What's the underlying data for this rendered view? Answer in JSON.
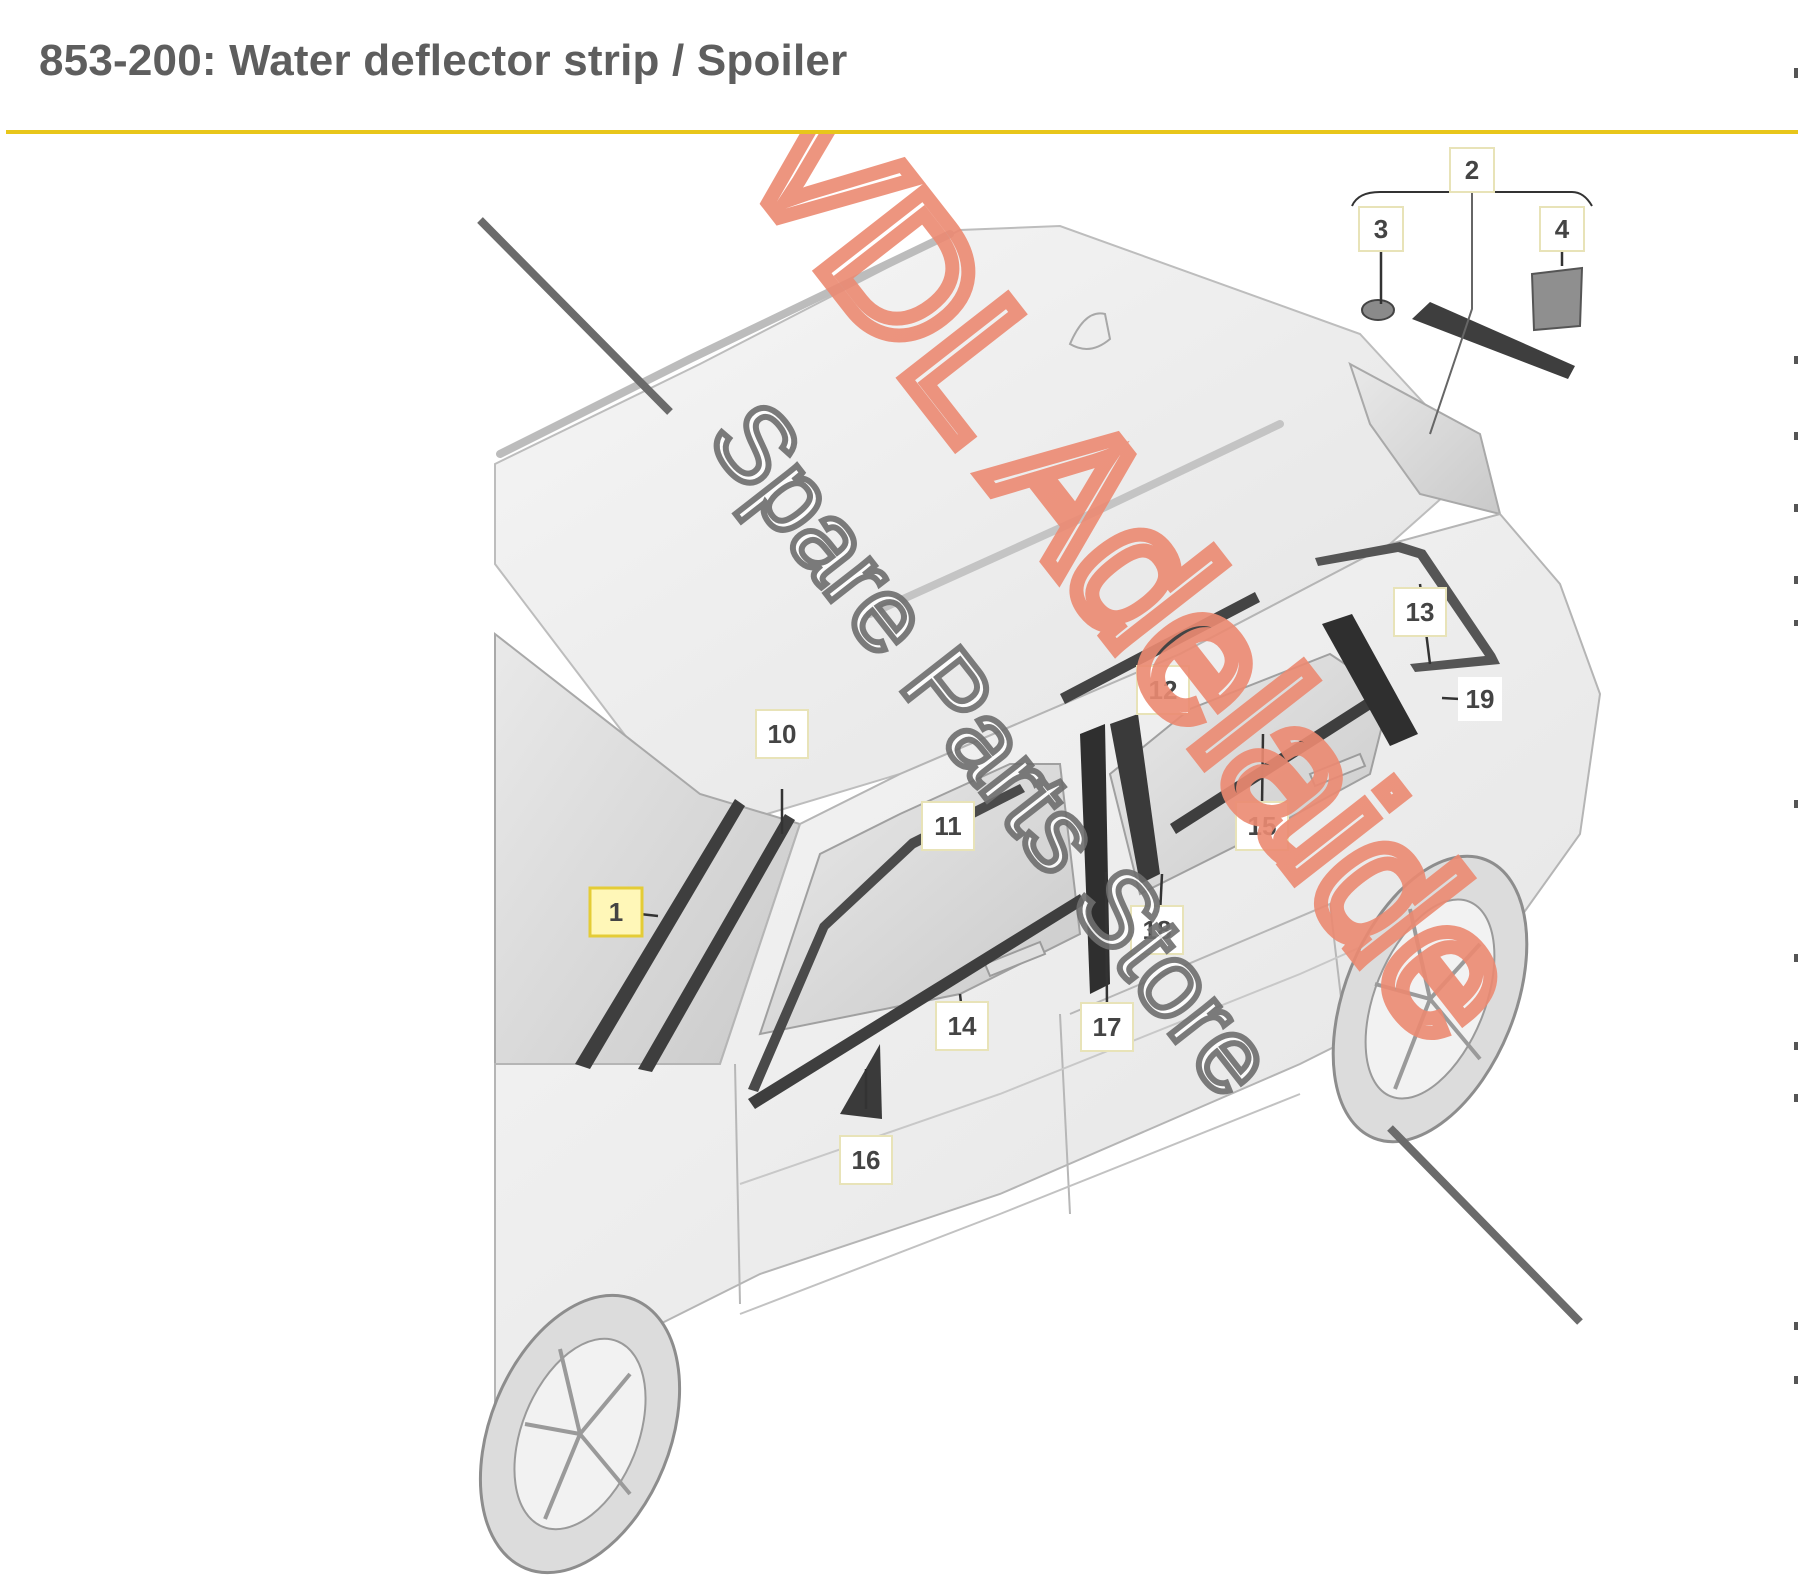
{
  "header": {
    "title": "853-200: Water deflector strip / Spoiler",
    "accent_color": "#e8c61a"
  },
  "callouts": [
    {
      "id": "1",
      "text": "1",
      "highlighted": true
    },
    {
      "id": "2",
      "text": "2",
      "highlighted": false
    },
    {
      "id": "3",
      "text": "3",
      "highlighted": false
    },
    {
      "id": "4",
      "text": "4",
      "highlighted": false
    },
    {
      "id": "10",
      "text": "10",
      "highlighted": false
    },
    {
      "id": "11",
      "text": "11",
      "highlighted": false
    },
    {
      "id": "12",
      "text": "12",
      "highlighted": false
    },
    {
      "id": "13",
      "text": "13",
      "highlighted": false
    },
    {
      "id": "14",
      "text": "14",
      "highlighted": false
    },
    {
      "id": "15",
      "text": "15",
      "highlighted": false
    },
    {
      "id": "16",
      "text": "16",
      "highlighted": false
    },
    {
      "id": "17",
      "text": "17",
      "highlighted": false
    },
    {
      "id": "18",
      "text": "18",
      "highlighted": false
    },
    {
      "id": "19",
      "text": "19",
      "highlighted": false
    }
  ],
  "watermark": {
    "line1": "VDL Adelaide",
    "line2": "Spare Parts Store",
    "line1_color": "#ec8a72",
    "line2_color": "#6e6e6e"
  }
}
